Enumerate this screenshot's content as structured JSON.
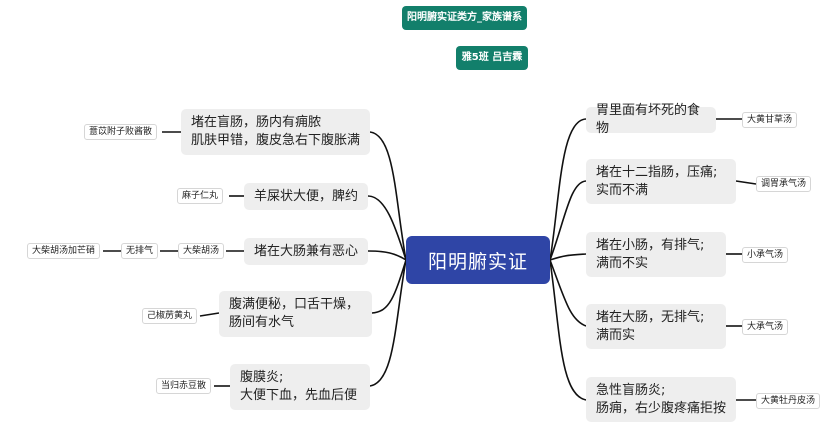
{
  "header": {
    "title": "阳明腑实证类方_家族谱系",
    "class_author": "雅5班 吕吉霖"
  },
  "center": {
    "label": "阳明腑实证"
  },
  "right_branches": [
    {
      "text": "胃里面有坏死的食物",
      "formula": "大黄甘草汤"
    },
    {
      "text": "堵在十二指肠，压痛;\n实而不满",
      "formula": "调胃承气汤"
    },
    {
      "text": "堵在小肠，有排气;\n满而不实",
      "formula": "小承气汤"
    },
    {
      "text": "堵在大肠，无排气;\n满而实",
      "formula": "大承气汤"
    },
    {
      "text": "急性盲肠炎;\n肠痈，右少腹疼痛拒按",
      "formula": "大黄牡丹皮汤"
    }
  ],
  "left_branches": [
    {
      "text": "堵在盲肠，肠内有痈脓\n肌肤甲错，腹皮急右下腹胀满",
      "formula": "薏苡附子败酱散"
    },
    {
      "text": "羊屎状大便，脾约",
      "formula": "麻子仁丸"
    },
    {
      "text": "堵在大肠兼有恶心",
      "formula": "大柴胡汤",
      "condition": "无排气",
      "formula2": "大柴胡汤加芒硝"
    },
    {
      "text": "腹满便秘，口舌干燥，\n肠间有水气",
      "formula": "己椒苈黄丸"
    },
    {
      "text": "腹膜炎;\n大便下血，先血后便",
      "formula": "当归赤豆散"
    }
  ]
}
